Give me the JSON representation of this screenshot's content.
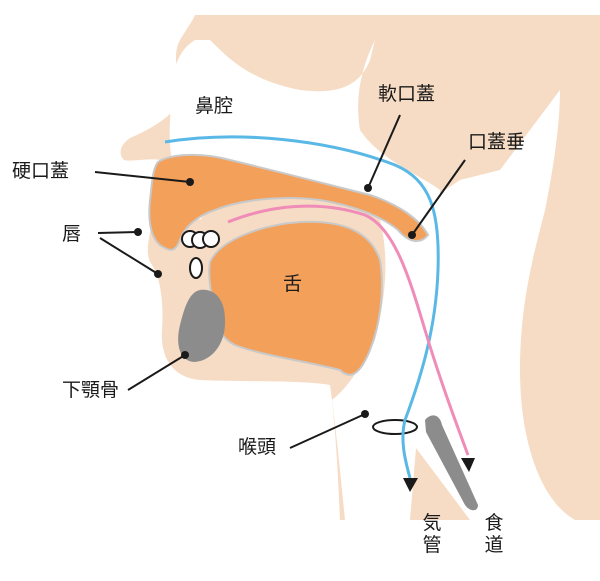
{
  "labels": {
    "nasal_cavity": "鼻腔",
    "soft_palate": "軟口蓋",
    "uvula": "口蓋垂",
    "hard_palate": "硬口蓋",
    "lips": "唇",
    "tongue": "舌",
    "mandible": "下顎骨",
    "larynx": "喉頭",
    "trachea": "気管",
    "esophagus": "食道"
  },
  "colors": {
    "skin": "#f6dcc4",
    "tissue": "#f3a05a",
    "tissue_outline": "#c9c9c9",
    "bone": "#8c8c8c",
    "air_path": "#5ab8e6",
    "food_path": "#f08cb8",
    "line": "#1a1a1a"
  }
}
